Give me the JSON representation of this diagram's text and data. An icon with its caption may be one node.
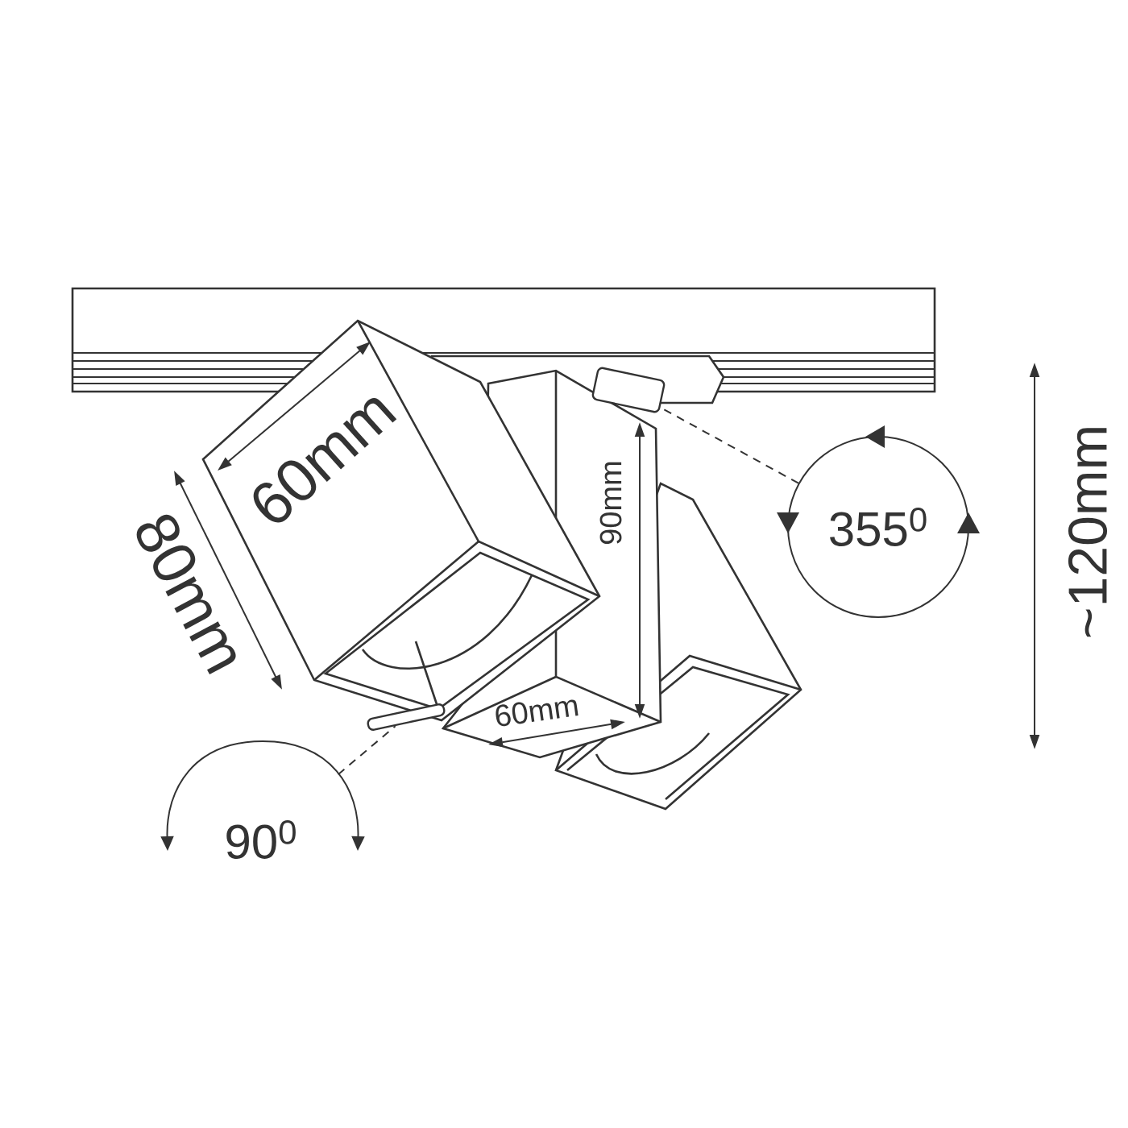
{
  "diagram": {
    "nodes": [
      {
        "text": [],
        "shape": "picture"
      },
      {
        "text": [],
        "shape": "picture"
      },
      {
        "text": [
          "355$^{0}$"
        ]
      },
      {
        "text": [
          "90$^{0}$"
        ]
      }
    ],
    "edges": [
      {
        "from": 2,
        "to": 0,
        "arrow": "none",
        "style": "dashed"
      },
      {
        "from": 3,
        "to": 1,
        "arrow": "none",
        "style": "dashed"
      }
    ],
    "labels": [
      "60mm",
      "80mm",
      "90mm",
      "60mm",
      "~120mm"
    ]
  }
}
